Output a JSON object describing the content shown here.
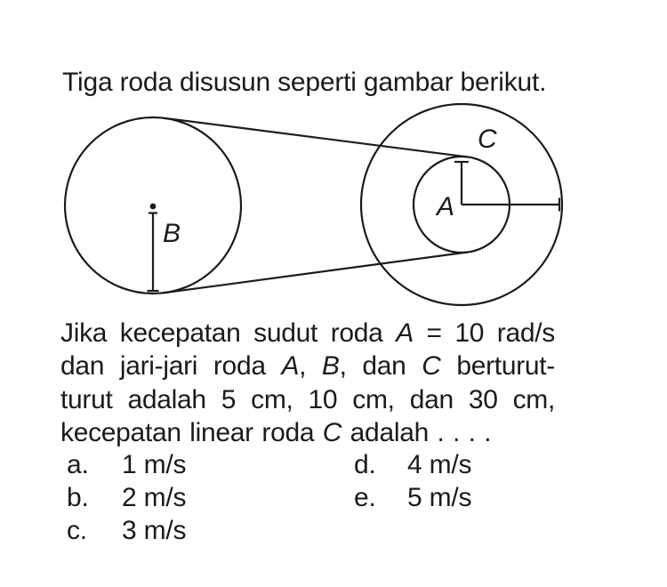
{
  "title": "Tiga roda disusun seperti gambar berikut.",
  "diagram": {
    "wheel_a_label": "A",
    "wheel_b_label": "B",
    "wheel_c_label": "C"
  },
  "question": {
    "lines": [
      {
        "segs": [
          "Jika kecepatan sudut roda ",
          "A",
          " = 10 rad/s"
        ]
      },
      {
        "segs": [
          "dan jari-jari roda ",
          "A",
          ", ",
          "B",
          ", dan ",
          "C",
          " berturut-"
        ]
      },
      {
        "segs": [
          "turut adalah 5 cm, 10 cm, dan 30 cm,"
        ]
      },
      {
        "segs": [
          "kecepatan linear roda ",
          "C",
          " adalah . . . ."
        ]
      }
    ]
  },
  "options": {
    "left": [
      {
        "letter": "a.",
        "value": "1 m/s"
      },
      {
        "letter": "b.",
        "value": "2 m/s"
      },
      {
        "letter": "c.",
        "value": "3 m/s"
      }
    ],
    "right": [
      {
        "letter": "d.",
        "value": "4 m/s"
      },
      {
        "letter": "e.",
        "value": "5 m/s"
      }
    ]
  },
  "colors": {
    "ink": "#1b1b1b",
    "background": "#ffffff"
  }
}
